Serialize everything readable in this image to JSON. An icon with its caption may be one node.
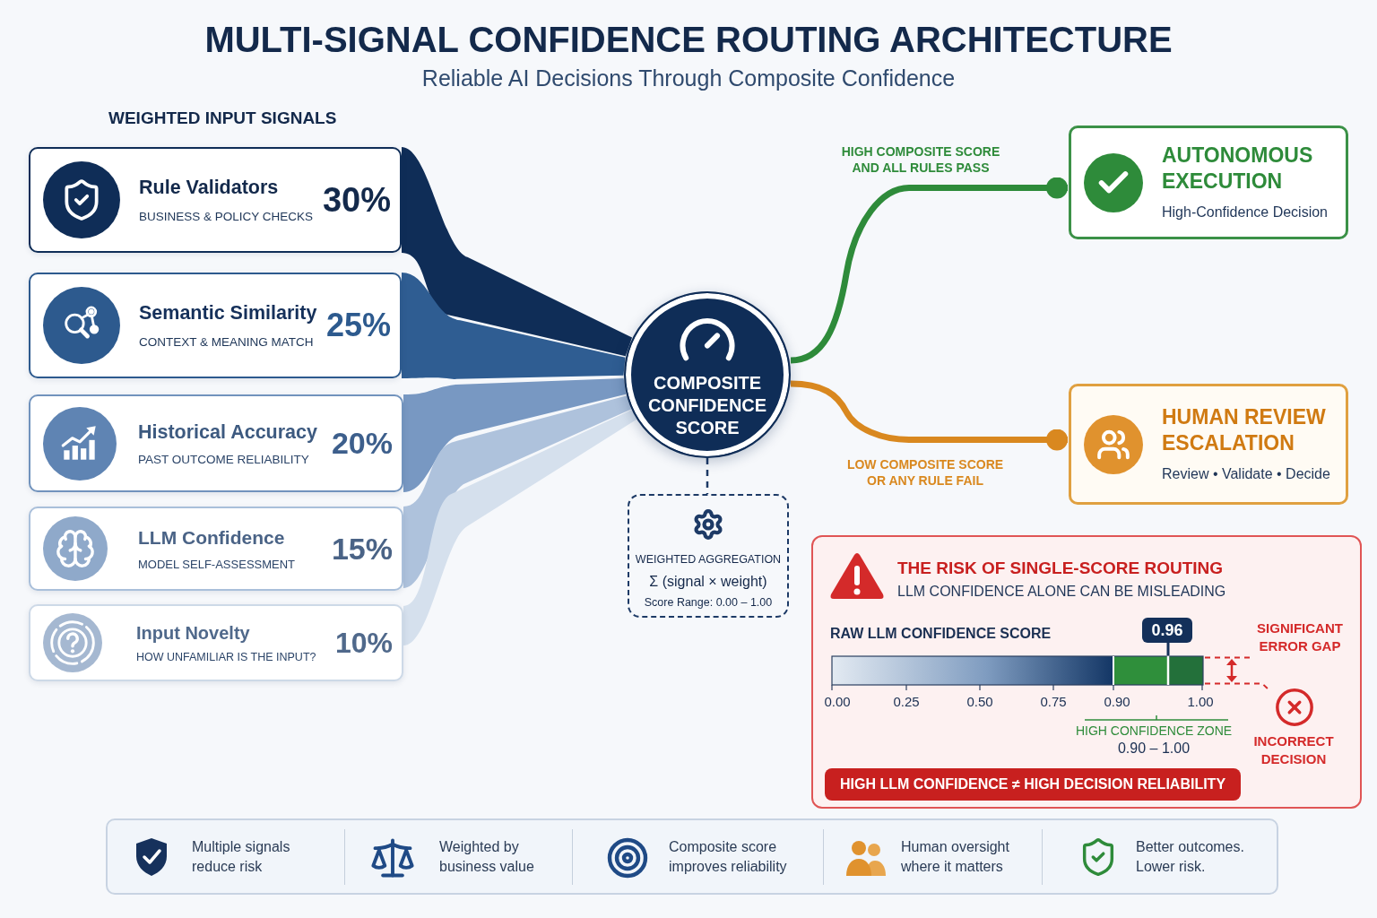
{
  "diagram": {
    "title": "MULTI-SIGNAL CONFIDENCE ROUTING ARCHITECTURE",
    "nodes": [
      {
        "text": [
          "Rule Validators",
          "BUSINESS & POLICY CHECKS",
          "30%"
        ]
      },
      {
        "text": [
          "Semantic Similarity",
          "CONTEXT & MEANING MATCH",
          "25%"
        ]
      },
      {
        "text": [
          "Historical Accuracy",
          "PAST OUTCOME RELIABILITY",
          "20%"
        ]
      },
      {
        "text": [
          "LLM Confidence",
          "MODEL SELF-ASSESSMENT",
          "15%"
        ]
      },
      {
        "text": [
          "Input Novelty",
          "HOW UNFAMILIAR IS THE INPUT?",
          "10%"
        ]
      },
      {
        "text": [
          "COMPOSITE CONFIDENCE SCORE"
        ]
      },
      {
        "text": [
          "WEIGHTED AGGREGATION",
          "Σ (signal × weight)",
          "Score Range: 0.00 – 1.00"
        ]
      },
      {
        "text": [
          "AUTONOMOUS EXECUTION",
          "High-Confidence Decision"
        ]
      },
      {
        "text": [
          "HUMAN REVIEW ESCALATION",
          "Review • Validate • Decide"
        ]
      },
      {
        "text": [
          "THE RISK OF SINGLE-SCORE ROUTING",
          "LLM CONFIDENCE ALONE CAN BE MISLEADING"
        ]
      },
      {
        "text": [
          "HIGH LLM CONFIDENCE ≠ HIGH DECISION RELIABILITY"
        ],
        "in": 9
      }
    ],
    "edges": [
      {
        "from": 0,
        "to": 5,
        "arrow": "none",
        "style": "thick",
        "color": "#0f2d57"
      },
      {
        "from": 1,
        "to": 5,
        "arrow": "none",
        "style": "thick",
        "color": "#2f5d92"
      },
      {
        "from": 2,
        "to": 5,
        "arrow": "none",
        "style": "thick",
        "color": "#7898c2"
      },
      {
        "from": 3,
        "to": 5,
        "arrow": "none",
        "style": "thick",
        "color": "#aec2dc"
      },
      {
        "from": 4,
        "to": 5,
        "arrow": "none",
        "style": "thick",
        "color": "#d5e0ed"
      },
      {
        "from": 5,
        "to": 7,
        "arrow": "other",
        "label": "HIGH COMPOSITE SCORE AND ALL RULES PASS",
        "color": "#2e8b3a"
      },
      {
        "from": 5,
        "to": 8,
        "arrow": "other",
        "label": "LOW COMPOSITE SCORE OR ANY RULE FAIL",
        "color": "#d9881f"
      },
      {
        "from": 5,
        "to": 6,
        "arrow": "none",
        "style": "dashed"
      }
    ],
    "labels": [
      "Reliable AI Decisions Through Composite Confidence",
      "WEIGHTED INPUT SIGNALS",
      "RAW LLM CONFIDENCE SCORE",
      "0.96",
      "SIGNIFICANT ERROR GAP",
      "0.00",
      "0.25",
      "0.50",
      "0.75",
      "0.90",
      "1.00",
      "HIGH CONFIDENCE ZONE",
      "0.90 – 1.00",
      "INCORRECT DECISION",
      "Multiple signals reduce risk",
      "Weighted by business value",
      "Composite score improves reliability",
      "Human oversight where it matters",
      "Better outcomes. Lower risk."
    ]
  }
}
